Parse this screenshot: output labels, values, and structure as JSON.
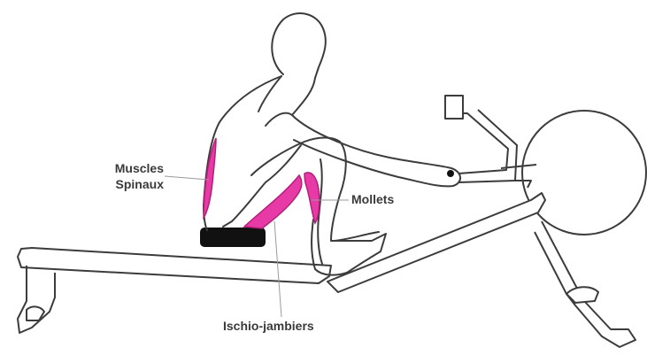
{
  "labels": {
    "spinaux_line1": "Muscles",
    "spinaux_line2": "Spinaux",
    "mollets": "Mollets",
    "ischio": "Ischio-jambiers"
  },
  "colors": {
    "outline": "#3c3c3c",
    "muscle_fill": "#e83aa6",
    "muscle_edge": "#b2207a",
    "seat": "#111111",
    "leader": "#9a9a9a"
  }
}
